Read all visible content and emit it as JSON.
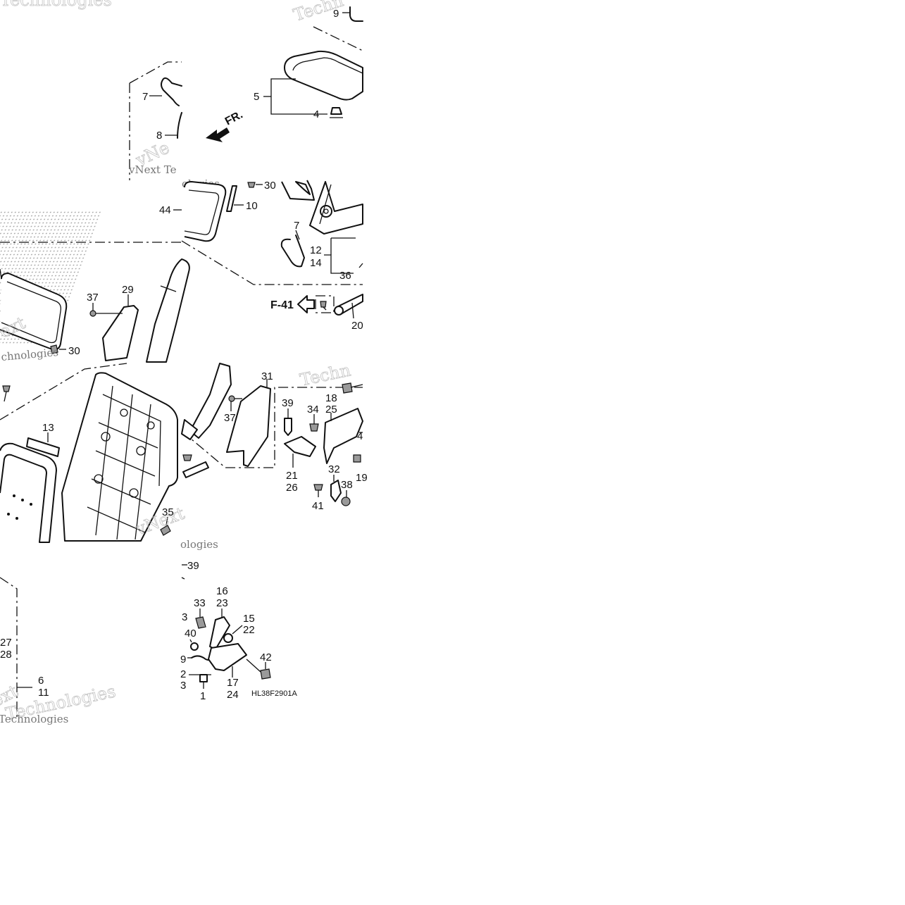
{
  "diagram": {
    "drawing_code": "HL38F2901A",
    "front_indicator": "FR.",
    "reference_tag": "F-41",
    "callouts": {
      "c9_top": "9",
      "c5": "5",
      "c4": "4",
      "c7_top": "7",
      "c8": "8",
      "c30_top": "30",
      "c10": "10",
      "c44": "44",
      "c7_mid": "7",
      "c12": "12",
      "c14": "14",
      "c36": "36",
      "c37_left": "37",
      "c29": "29",
      "c30_left": "30",
      "c20": "20",
      "c13": "13",
      "c31": "31",
      "c37_mid": "37",
      "c39_mid": "39",
      "c34": "34",
      "c18": "18",
      "c25": "25",
      "c4x": "4",
      "c21": "21",
      "c26": "26",
      "c32": "32",
      "c38": "38",
      "c19": "19",
      "c41": "41",
      "c35": "35",
      "c39_low": "39",
      "c16": "16",
      "c23": "23",
      "c33": "33",
      "c3_a": "3",
      "c15": "15",
      "c22": "22",
      "c40": "40",
      "c9_low": "9",
      "c2": "2",
      "c3_b": "3",
      "c42": "42",
      "c17": "17",
      "c24": "24",
      "c1": "1",
      "c27": "27",
      "c28": "28",
      "c6": "6",
      "c11": "11"
    },
    "watermarks": {
      "w1": "Techn",
      "w2": "vNext Te",
      "w3": "ologies",
      "w4": "ext",
      "w5": "Technologies",
      "w6": "Technologies",
      "w7": "vNext",
      "w8": "Techn",
      "w9": "vNe",
      "w10": "ologies",
      "w11": "ext",
      "w12": "chnologies",
      "w13": "Technologies"
    }
  }
}
